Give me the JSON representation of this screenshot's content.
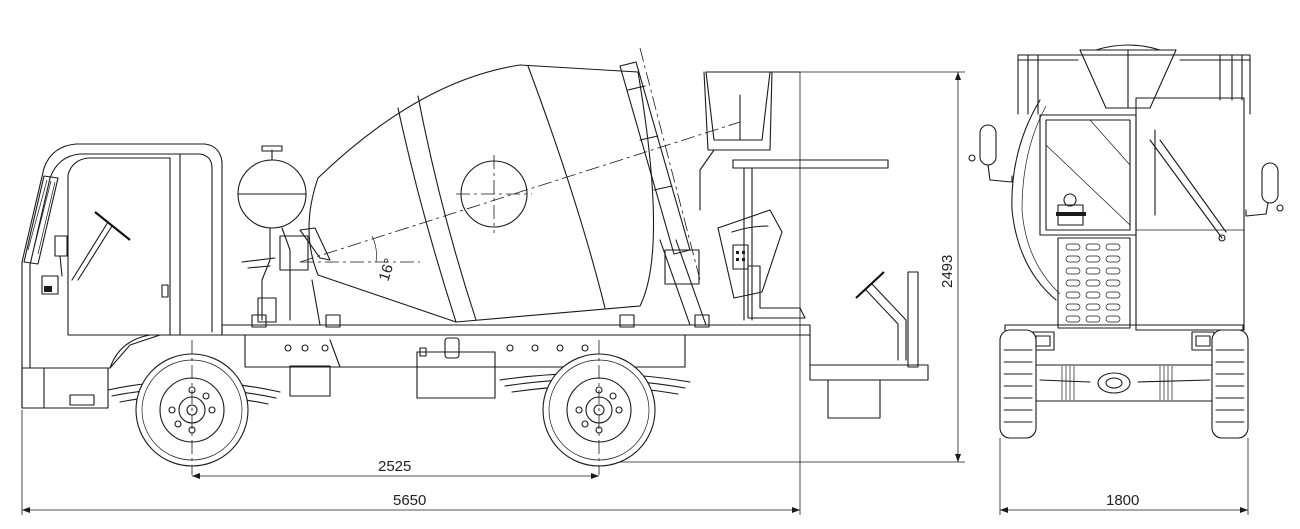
{
  "dimensions": {
    "wheelbase": "2525",
    "overall_length": "5650",
    "overall_height": "2493",
    "overall_width": "1800",
    "drum_angle": "16°"
  }
}
